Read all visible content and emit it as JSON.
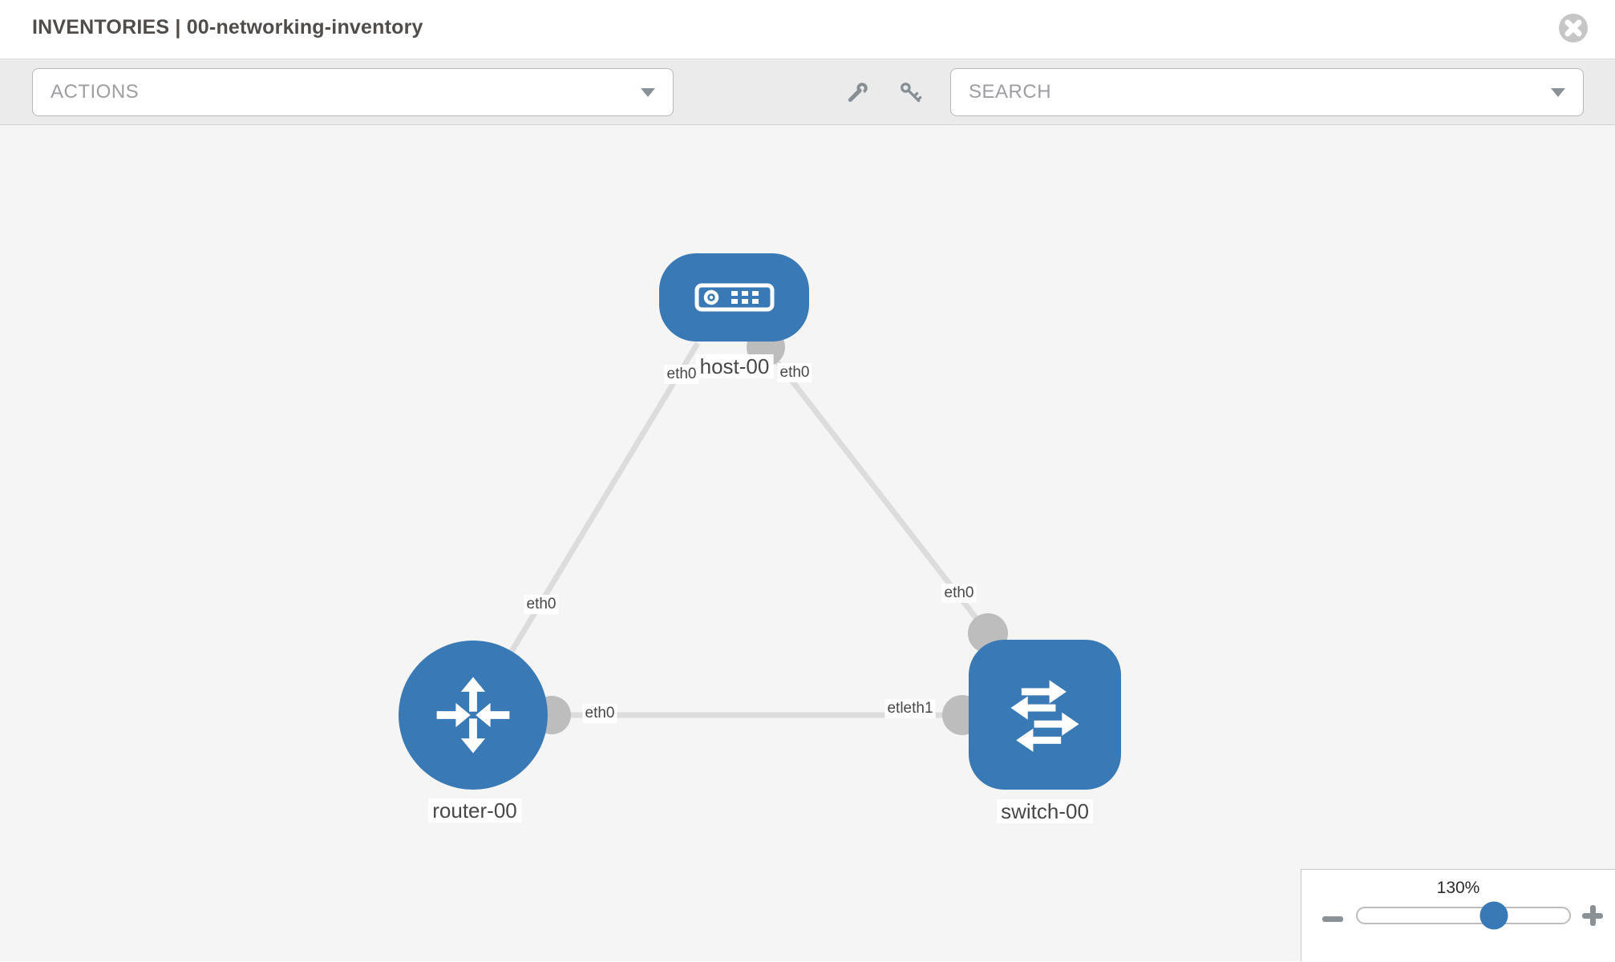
{
  "header": {
    "title": "INVENTORIES | 00-networking-inventory"
  },
  "toolbar": {
    "actions_label": "ACTIONS",
    "search_placeholder": "SEARCH"
  },
  "topology": {
    "nodes": [
      {
        "label": "host-00",
        "type": "host"
      },
      {
        "label": "router-00",
        "type": "router"
      },
      {
        "label": "switch-00",
        "type": "switch"
      }
    ],
    "iface_labels": [
      "eth0",
      "eth0",
      "eth0",
      "eth0",
      "eth0",
      "etleth1"
    ],
    "links": [
      {
        "from": "host-00",
        "from_iface": "eth0",
        "to": "router-00",
        "to_iface": "eth0"
      },
      {
        "from": "host-00",
        "from_iface": "eth0",
        "to": "switch-00",
        "to_iface": "eth0"
      },
      {
        "from": "router-00",
        "from_iface": "eth0",
        "to": "switch-00",
        "to_iface": "eth1"
      }
    ]
  },
  "zoom_control": {
    "level": "130%"
  },
  "colors": {
    "node_blue": "#3879b6",
    "link_gray": "#dcdcdc",
    "joint_gray": "#bdbdbd",
    "toolbar_gray": "#ebebeb",
    "canvas_gray": "#f5f5f6"
  }
}
